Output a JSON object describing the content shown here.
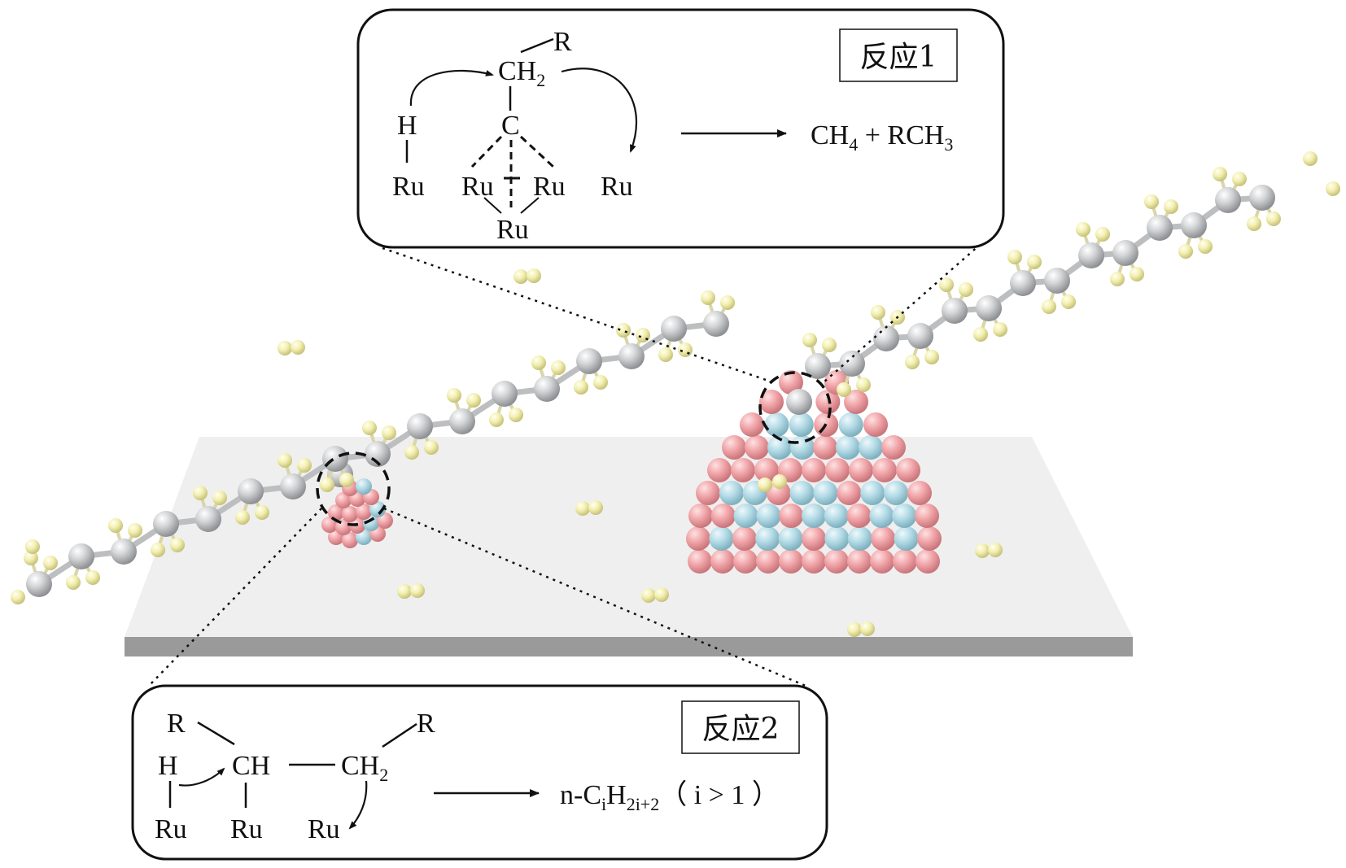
{
  "reaction1": {
    "tag": "反应1",
    "r": "R",
    "ch2": "CH",
    "ch2_sub": "2",
    "c": "C",
    "h": "H",
    "ru": "Ru",
    "product_ch": "CH",
    "product_ch_sub": "4",
    "product_rest": " + RCH",
    "product_rest_sub": "3"
  },
  "reaction2": {
    "tag": "反应2",
    "r": "R",
    "h": "H",
    "ch": "CH",
    "ch2": "CH",
    "ch2_sub": "2",
    "ru": "Ru",
    "product_main": "n-C",
    "product_sub_i": "i",
    "product_h": "H",
    "product_sub_2i": "2i+2",
    "product_cond": "（ i > 1 ）"
  },
  "colors": {
    "carbon": "#cfd0d2",
    "hydrogen": "#f2eeae",
    "metal_pink": "#f1a7ab",
    "metal_blue": "#b3dbe6",
    "support": "#ececec"
  }
}
